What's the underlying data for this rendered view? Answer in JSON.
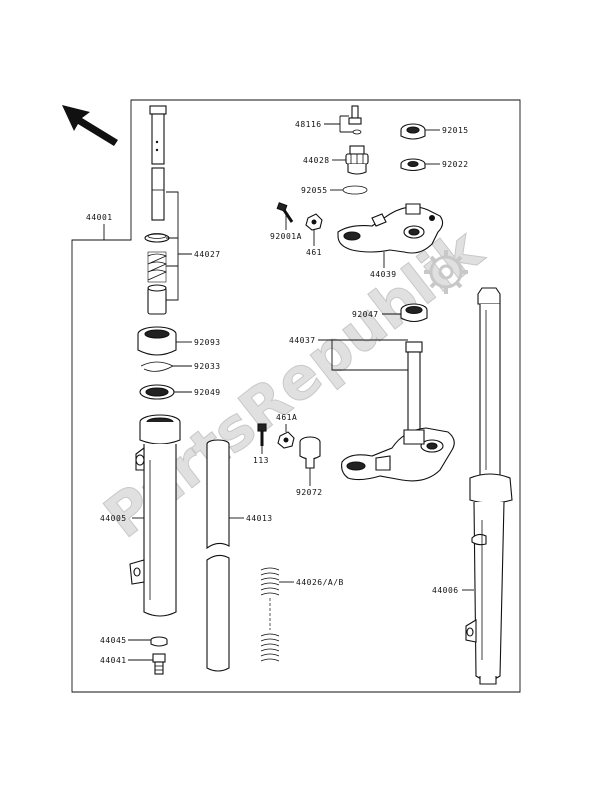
{
  "watermark": "PartsRepublik",
  "labels": {
    "p44001": "44001",
    "p44027": "44027",
    "p92093": "92093",
    "p92033": "92033",
    "p92049": "92049",
    "p44005": "44005",
    "p44013": "44013",
    "p44045": "44045",
    "p44041": "44041",
    "p48116": "48116",
    "p44028": "44028",
    "p92055": "92055",
    "p92015": "92015",
    "p92022": "92022",
    "p92001A": "92001A",
    "p461": "461",
    "p44039": "44039",
    "p44037": "44037",
    "p92047": "92047",
    "p461A": "461A",
    "p113": "113",
    "p92072": "92072",
    "p44026": "44026/A/B",
    "p44006": "44006"
  }
}
